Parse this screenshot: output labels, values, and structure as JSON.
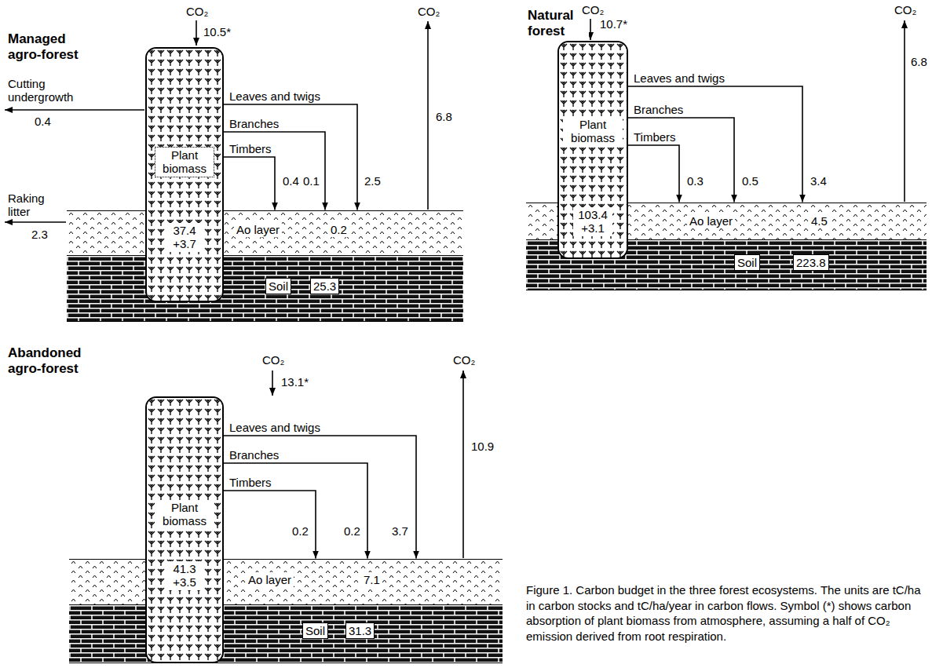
{
  "diagram": {
    "caption": "Figure 1. Carbon budget in the three forest ecosystems. The units are tC/ha in carbon stocks and tC/ha/year in carbon flows. Symbol (*) shows carbon absorption of plant biomass from atmosphere, assuming a half of CO₂ emission derived from root respiration.",
    "nodes": [
      {
        "text": [
          "Plant biomass",
          "37.4 +3.7"
        ]
      },
      {
        "text": [
          "Ao layer",
          "0.2"
        ]
      },
      {
        "text": [
          "Soil",
          "25.3"
        ]
      },
      {
        "text": [
          "Plant biomass",
          "103.4 +3.1"
        ]
      },
      {
        "text": [
          "Ao layer",
          "4.5"
        ]
      },
      {
        "text": [
          "Soil",
          "223.8"
        ]
      },
      {
        "text": [
          "Plant biomass",
          "41.3 +3.5"
        ]
      },
      {
        "text": [
          "Ao layer",
          "7.1"
        ]
      },
      {
        "text": [
          "Soil",
          "31.3"
        ]
      }
    ],
    "edges": [
      {
        "from": 0,
        "to": 1,
        "arrow": "to",
        "label": "Leaves and twigs"
      },
      {
        "from": 0,
        "to": 1,
        "arrow": "to",
        "label": "Branches"
      },
      {
        "from": 0,
        "to": 1,
        "arrow": "to",
        "label": "Timbers"
      },
      {
        "from": 3,
        "to": 4,
        "arrow": "to",
        "label": "Leaves and twigs"
      },
      {
        "from": 3,
        "to": 4,
        "arrow": "to",
        "label": "Branches"
      },
      {
        "from": 3,
        "to": 4,
        "arrow": "to",
        "label": "Timbers"
      },
      {
        "from": 6,
        "to": 7,
        "arrow": "to",
        "label": "Leaves and twigs"
      },
      {
        "from": 6,
        "to": 7,
        "arrow": "to",
        "label": "Branches"
      },
      {
        "from": 6,
        "to": 7,
        "arrow": "to",
        "label": "Timbers"
      }
    ],
    "labels": [
      "Managed agro-forest",
      "CO₂",
      "10.5*",
      "CO₂",
      "6.8",
      "Cutting undergrowth",
      "0.4",
      "Raking litter",
      "2.3",
      "0.4",
      "0.1",
      "2.5",
      "Natural forest",
      "CO₂",
      "10.7*",
      "CO₂",
      "6.8",
      "0.3",
      "0.5",
      "3.4",
      "Abandoned agro-forest",
      "CO₂",
      "13.1*",
      "CO₂",
      "10.9",
      "0.2",
      "0.2",
      "3.7"
    ]
  }
}
